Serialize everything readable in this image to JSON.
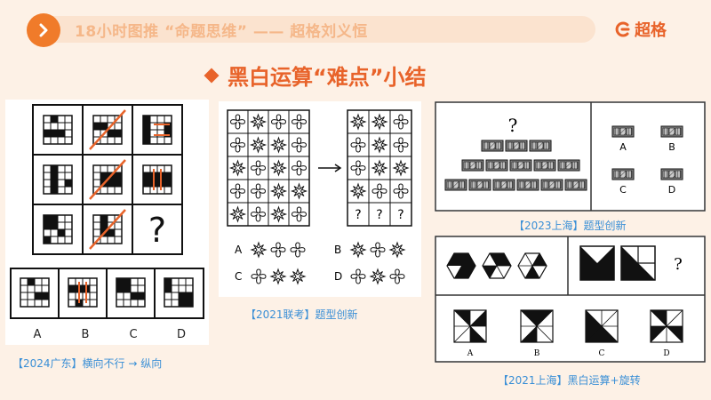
{
  "header": {
    "title": "18小时图推 “命题思维” —— 超格刘义恒",
    "logo_text": "超格"
  },
  "slide": {
    "title": "黑白运算“难点”小结"
  },
  "cards": {
    "c2024": {
      "caption": "【2024广东】横向不行 → 纵向",
      "question_mark": "?",
      "options": [
        "A",
        "B",
        "C",
        "D"
      ]
    },
    "c2021a": {
      "caption": "【2021联考】题型创新",
      "question_marks": [
        "?",
        "?",
        "?"
      ],
      "options": [
        "A",
        "B",
        "C",
        "D"
      ]
    },
    "c2023": {
      "caption": "【2023上海】题型创新",
      "question_mark": "?",
      "options": [
        "A",
        "B",
        "C",
        "D"
      ]
    },
    "c2021b": {
      "caption": "【2021上海】黑白运算+旋转",
      "question_mark": "?",
      "options": [
        "A",
        "B",
        "C",
        "D"
      ]
    }
  },
  "colors": {
    "accent": "#e8632a",
    "caption": "#3a8fd6",
    "background": "#fdf1e6"
  }
}
